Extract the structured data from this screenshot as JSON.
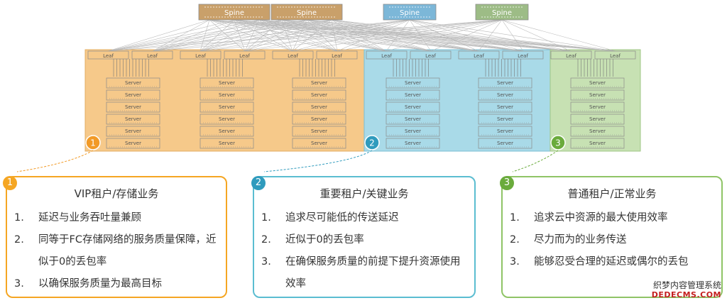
{
  "topology": {
    "spine_label": "Spine",
    "leaf_label": "Leaf",
    "server_label": "Server",
    "spine_colors": [
      "#c9a06a",
      "#c9a06a",
      "#7cb7d8",
      "#9dbc86"
    ],
    "zones": [
      {
        "id": "1",
        "color": "#f6c98a",
        "edge": "#e3ad63",
        "badge_color": "#f29a26"
      },
      {
        "id": "2",
        "color": "#a9dae8",
        "edge": "#7bbfd3",
        "badge_color": "#2f9bbd"
      },
      {
        "id": "3",
        "color": "#c7e1b3",
        "edge": "#9fc685",
        "badge_color": "#6aab3c"
      }
    ]
  },
  "cards": [
    {
      "badge": "1",
      "color": "#f5a623",
      "title": "VIP租户/存储业务",
      "items": [
        {
          "num": "1.",
          "text": "延迟与业务吞吐量兼顾"
        },
        {
          "num": "2.",
          "text": "同等于FC存储网络的服务质量保障，近似于0的丢包率"
        },
        {
          "num": "3.",
          "text": "以确保服务质量为最高目标"
        }
      ]
    },
    {
      "badge": "2",
      "color": "#5bbdd1",
      "title": "重要租户/关键业务",
      "items": [
        {
          "num": "1.",
          "text": "追求尽可能低的传送延迟"
        },
        {
          "num": "2.",
          "text": "近似于0的丢包率"
        },
        {
          "num": "3.",
          "text": "在确保服务质量的前提下提升资源使用效率"
        }
      ]
    },
    {
      "badge": "3",
      "color": "#8fc466",
      "title": "普通租户/正常业务",
      "items": [
        {
          "num": "1.",
          "text": "追求云中资源的最大使用效率"
        },
        {
          "num": "2.",
          "text": "尽力而为的业务传送"
        },
        {
          "num": "3.",
          "text": "能够忍受合理的延迟或偶尔的丢包"
        }
      ]
    }
  ],
  "watermark": {
    "line1": "织梦内容管理系统",
    "line2": "DEDECMS.COM"
  }
}
